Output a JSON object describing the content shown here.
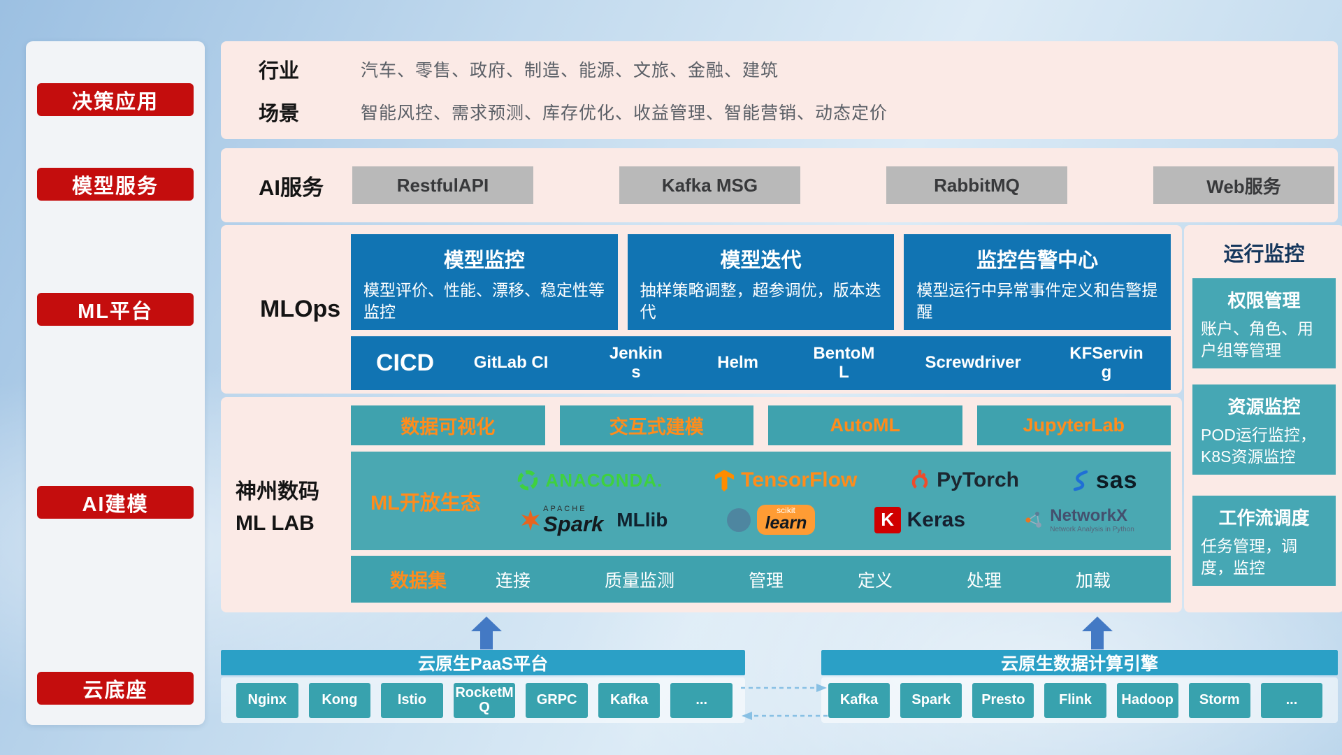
{
  "sidebar": {
    "items": [
      "决策应用",
      "模型服务",
      "ML平台",
      "AI建模",
      "云底座"
    ]
  },
  "overview": {
    "industry_label": "行业",
    "industry_text": "汽车、零售、政府、制造、能源、文旅、金融、建筑",
    "scene_label": "场景",
    "scene_text": "智能风控、需求预测、库存优化、收益管理、智能营销、动态定价"
  },
  "ai_service": {
    "label": "AI服务",
    "buttons": [
      "RestfulAPI",
      "Kafka MSG",
      "RabbitMQ",
      "Web服务"
    ]
  },
  "mlops": {
    "label": "MLOps",
    "cards": [
      {
        "title": "模型监控",
        "desc": "模型评价、性能、漂移、稳定性等监控"
      },
      {
        "title": "模型迭代",
        "desc": "抽样策略调整，超参调优，版本迭代"
      },
      {
        "title": "监控告警中心",
        "desc": "模型运行中异常事件定义和告警提醒"
      }
    ],
    "cicd_label": "CICD",
    "cicd_tools": [
      "GitLab CI",
      "Jenkins",
      "Helm",
      "BentoML",
      "Screwdriver",
      "KFServing"
    ]
  },
  "mllab": {
    "label_line1": "神州数码",
    "label_line2": "ML LAB",
    "tools": [
      "数据可视化",
      "交互式建模",
      "AutoML",
      "JupyterLab"
    ],
    "ecosystem_label": "ML开放生态",
    "logos": {
      "anaconda": "ANACONDA.",
      "tensorflow": "TensorFlow",
      "pytorch": "PyTorch",
      "sas": "sas",
      "apache": "APACHE",
      "spark": "Spark",
      "mllib": "MLlib",
      "scikit_top": "scikit",
      "scikit_main": "learn",
      "keras_k": "K",
      "keras": "Keras",
      "networkx": "NetworkX",
      "networkx_caption": "Network Analysis in Python"
    },
    "dataset_label": "数据集",
    "dataset_items": [
      "连接",
      "质量监测",
      "管理",
      "定义",
      "处理",
      "加载"
    ]
  },
  "monitoring": {
    "title": "运行监控",
    "cards": [
      {
        "title": "权限管理",
        "desc": "账户、角色、用户组等管理"
      },
      {
        "title": "资源监控",
        "desc": "POD运行监控，K8S资源监控"
      },
      {
        "title": "工作流调度",
        "desc": "任务管理，调度，监控"
      }
    ]
  },
  "cloud": {
    "paas_title": "云原生PaaS平台",
    "paas_items": [
      "Nginx",
      "Kong",
      "Istio",
      "RocketMQ",
      "GRPC",
      "Kafka",
      "..."
    ],
    "engine_title": "云原生数据计算引擎",
    "engine_items": [
      "Kafka",
      "Spark",
      "Presto",
      "Flink",
      "Hadoop",
      "Storm",
      "..."
    ]
  },
  "colors": {
    "accent_red": "#c40d0d",
    "panel_pink": "#fbeae6",
    "deep_blue": "#1174b3",
    "teal": "#3fa2ae",
    "teal_light": "#4aa8b2",
    "cyan_bar": "#2ba0c6",
    "orange": "#ff8c1c",
    "gray_button": "#b9b9b9",
    "arrow_blue": "#4379c4"
  }
}
